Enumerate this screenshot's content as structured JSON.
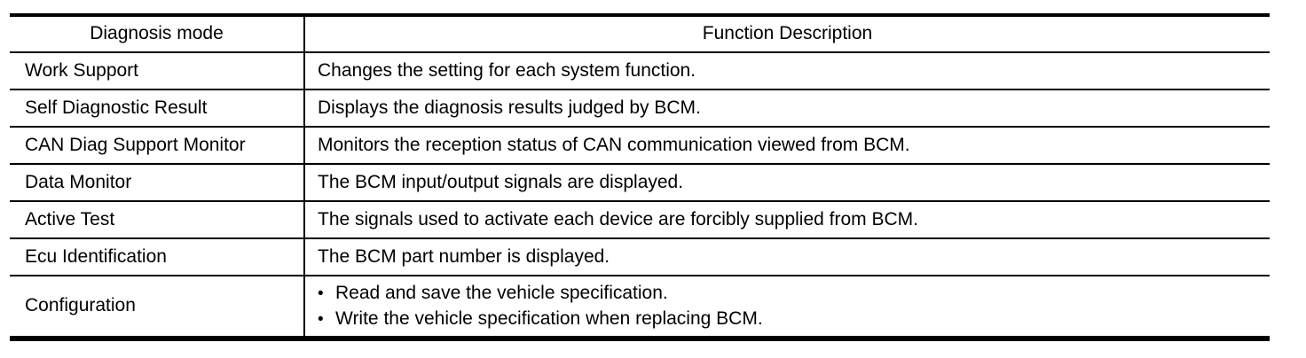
{
  "table": {
    "bullet_char": "•",
    "columns": [
      {
        "label": "Diagnosis mode"
      },
      {
        "label": "Function Description"
      }
    ],
    "rows": [
      {
        "mode": "Work Support",
        "description": "Changes the setting for each system function."
      },
      {
        "mode": "Self Diagnostic Result",
        "description": "Displays the diagnosis results judged by BCM."
      },
      {
        "mode": "CAN Diag Support Monitor",
        "description": "Monitors the reception status of CAN communication viewed from BCM."
      },
      {
        "mode": "Data Monitor",
        "description": "The BCM input/output signals are displayed."
      },
      {
        "mode": "Active Test",
        "description": "The signals used to activate each device are forcibly supplied from BCM."
      },
      {
        "mode": "Ecu Identification",
        "description": "The BCM part number is displayed."
      },
      {
        "mode": "Configuration",
        "bullets": [
          "Read and save the vehicle specification.",
          "Write the vehicle specification when replacing BCM."
        ]
      }
    ]
  }
}
